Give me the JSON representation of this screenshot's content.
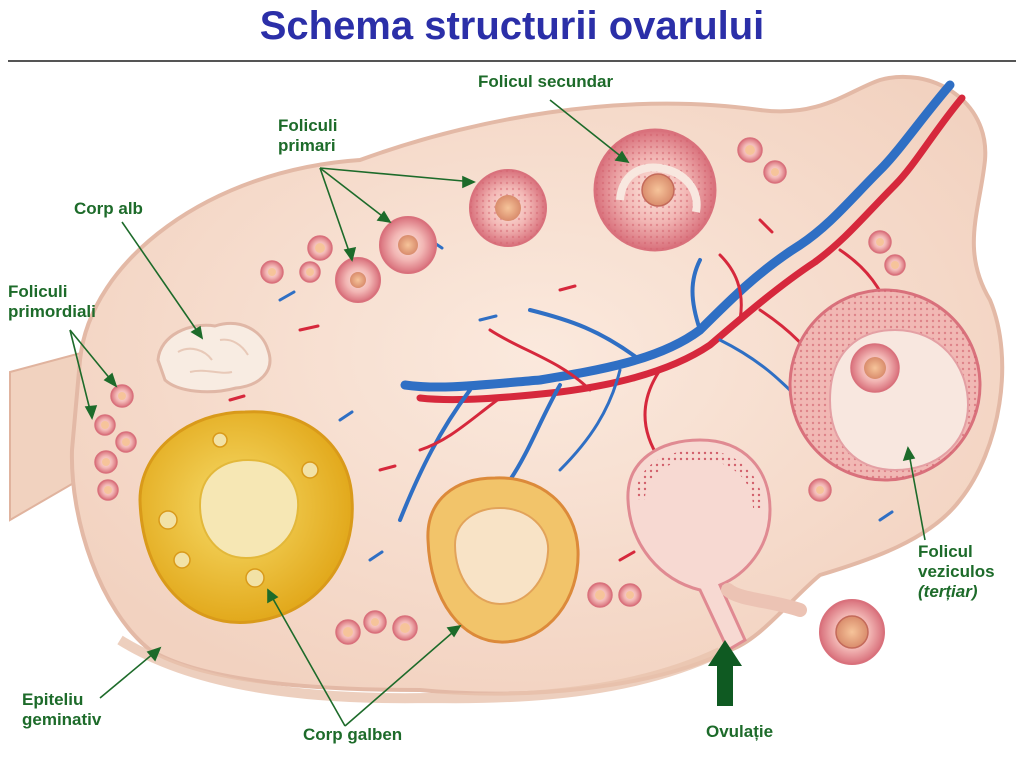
{
  "title": "Schema structurii ovarului",
  "labels": {
    "folicul_secundar": "Folicul secundar",
    "foliculi_primari_1": "Foliculi",
    "foliculi_primari_2": "primari",
    "corp_alb": "Corp alb",
    "foliculi_primordiali_1": "Foliculi",
    "foliculi_primordiali_2": "primordiali",
    "folicul_veziculos_1": "Folicul",
    "folicul_veziculos_2": "veziculos",
    "folicul_veziculos_3": "(terțiar)",
    "epiteliu_geminativ_1": "Epiteliu",
    "epiteliu_geminativ_2": "geminativ",
    "corp_galben": "Corp galben",
    "ovulatie": "Ovulație"
  },
  "colors": {
    "title": "#2b2fa8",
    "label": "#1d6b2a",
    "ovary_tissue": "#f6dccd",
    "ovary_outline": "#e3b9a6",
    "follicle": "#e69aa2",
    "corpus_luteum": "#efc232",
    "corpus_albicans": "#f8ece2",
    "artery": "#d6283c",
    "vein": "#2f6fc4",
    "arrow": "#0f5a22"
  }
}
